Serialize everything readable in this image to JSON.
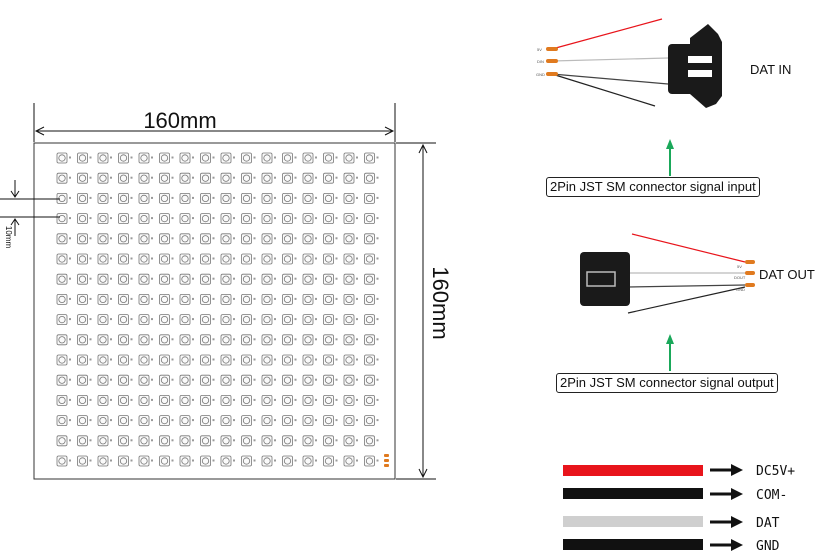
{
  "panel": {
    "width_label": "160mm",
    "height_label": "160mm",
    "pitch_label": "10mm",
    "rows": 16,
    "cols": 16
  },
  "input_section": {
    "title": "DAT IN",
    "caption": "2Pin JST SM connector signal input",
    "pin_labels": [
      "5V",
      "DIN",
      "GND"
    ]
  },
  "output_section": {
    "title": "DAT OUT",
    "caption": "2Pin JST SM connector signal output",
    "pin_labels": [
      "5V",
      "DOUT",
      "GND"
    ]
  },
  "legend": [
    {
      "label": "DC5V+",
      "color": "#e8141b"
    },
    {
      "label": "COM-",
      "color": "#111111"
    },
    {
      "label": "DAT",
      "color": "#cfcfcf"
    },
    {
      "label": "GND",
      "color": "#111111"
    }
  ],
  "colors": {
    "arrow_green": "#1aa85a",
    "wire_red": "#e8141b",
    "pin_orange": "#e07a1f",
    "connector": "#1a1a1a"
  }
}
